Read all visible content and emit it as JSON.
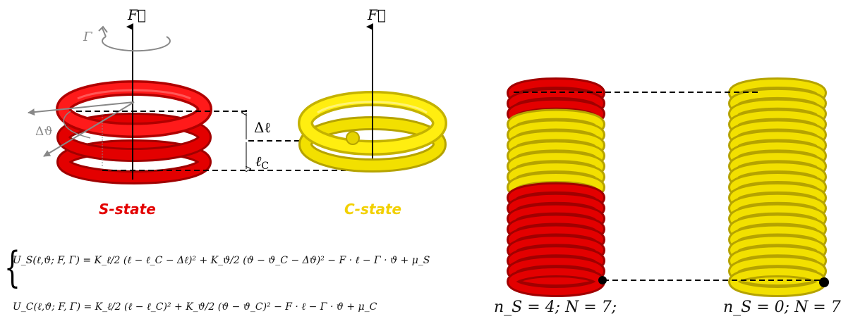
{
  "labels": {
    "force_left": "F⃗",
    "force_right": "F⃗",
    "torque": "Γ",
    "delta_theta": "Δϑ",
    "delta_l": "Δℓ",
    "l_c": "ℓ",
    "l_c_sub": "C",
    "s_state": "S-state",
    "c_state": "C-state"
  },
  "equations": {
    "us": "U_S(ℓ,ϑ; F, Γ) = K_ℓ/2 (ℓ − ℓ_C − Δℓ)² + K_ϑ/2 (ϑ − ϑ_C − Δϑ)² − F · ℓ − Γ · ϑ + μ_S",
    "uc": "U_C(ℓ,ϑ; F, Γ) = K_ℓ/2 (ℓ − ℓ_C)² + K_ϑ/2 (ϑ − ϑ_C)² − F · ℓ − Γ · ϑ + μ_C"
  },
  "counts": {
    "left": "n_S = 4; N = 7;",
    "right": "n_S = 0; N = 7"
  },
  "colors": {
    "s_state": "#e30000",
    "s_state_dark": "#a00000",
    "c_state": "#f2e000",
    "c_state_dark": "#b5a300",
    "text_gray": "#888888"
  }
}
